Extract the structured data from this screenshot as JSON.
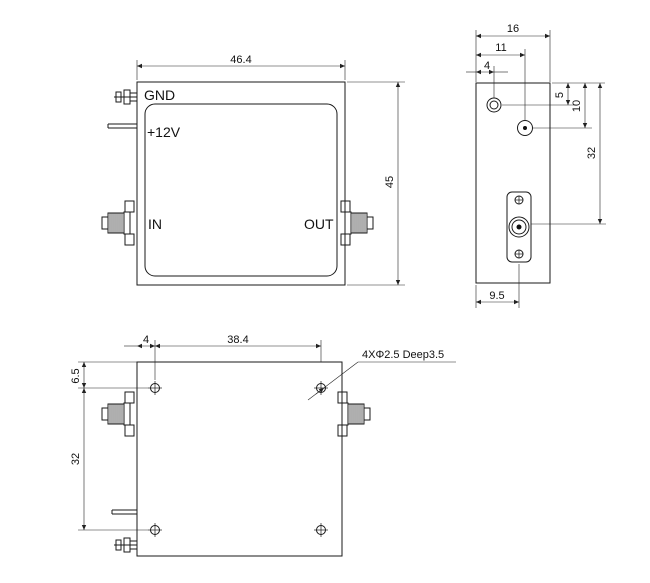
{
  "top_view": {
    "width_dim": "46.4",
    "height_dim": "45",
    "gnd_label": "GND",
    "power_label": "+12V",
    "in_label": "IN",
    "out_label": "OUT"
  },
  "side_view": {
    "dim_16": "16",
    "dim_11": "11",
    "dim_4": "4",
    "dim_5": "5",
    "dim_10": "10",
    "dim_32": "32",
    "dim_9_5": "9.5"
  },
  "bottom_view": {
    "dim_4": "4",
    "dim_38_4": "38.4",
    "dim_6_5": "6.5",
    "dim_32": "32",
    "hole_note": "4XΦ2.5 Deep3.5"
  }
}
